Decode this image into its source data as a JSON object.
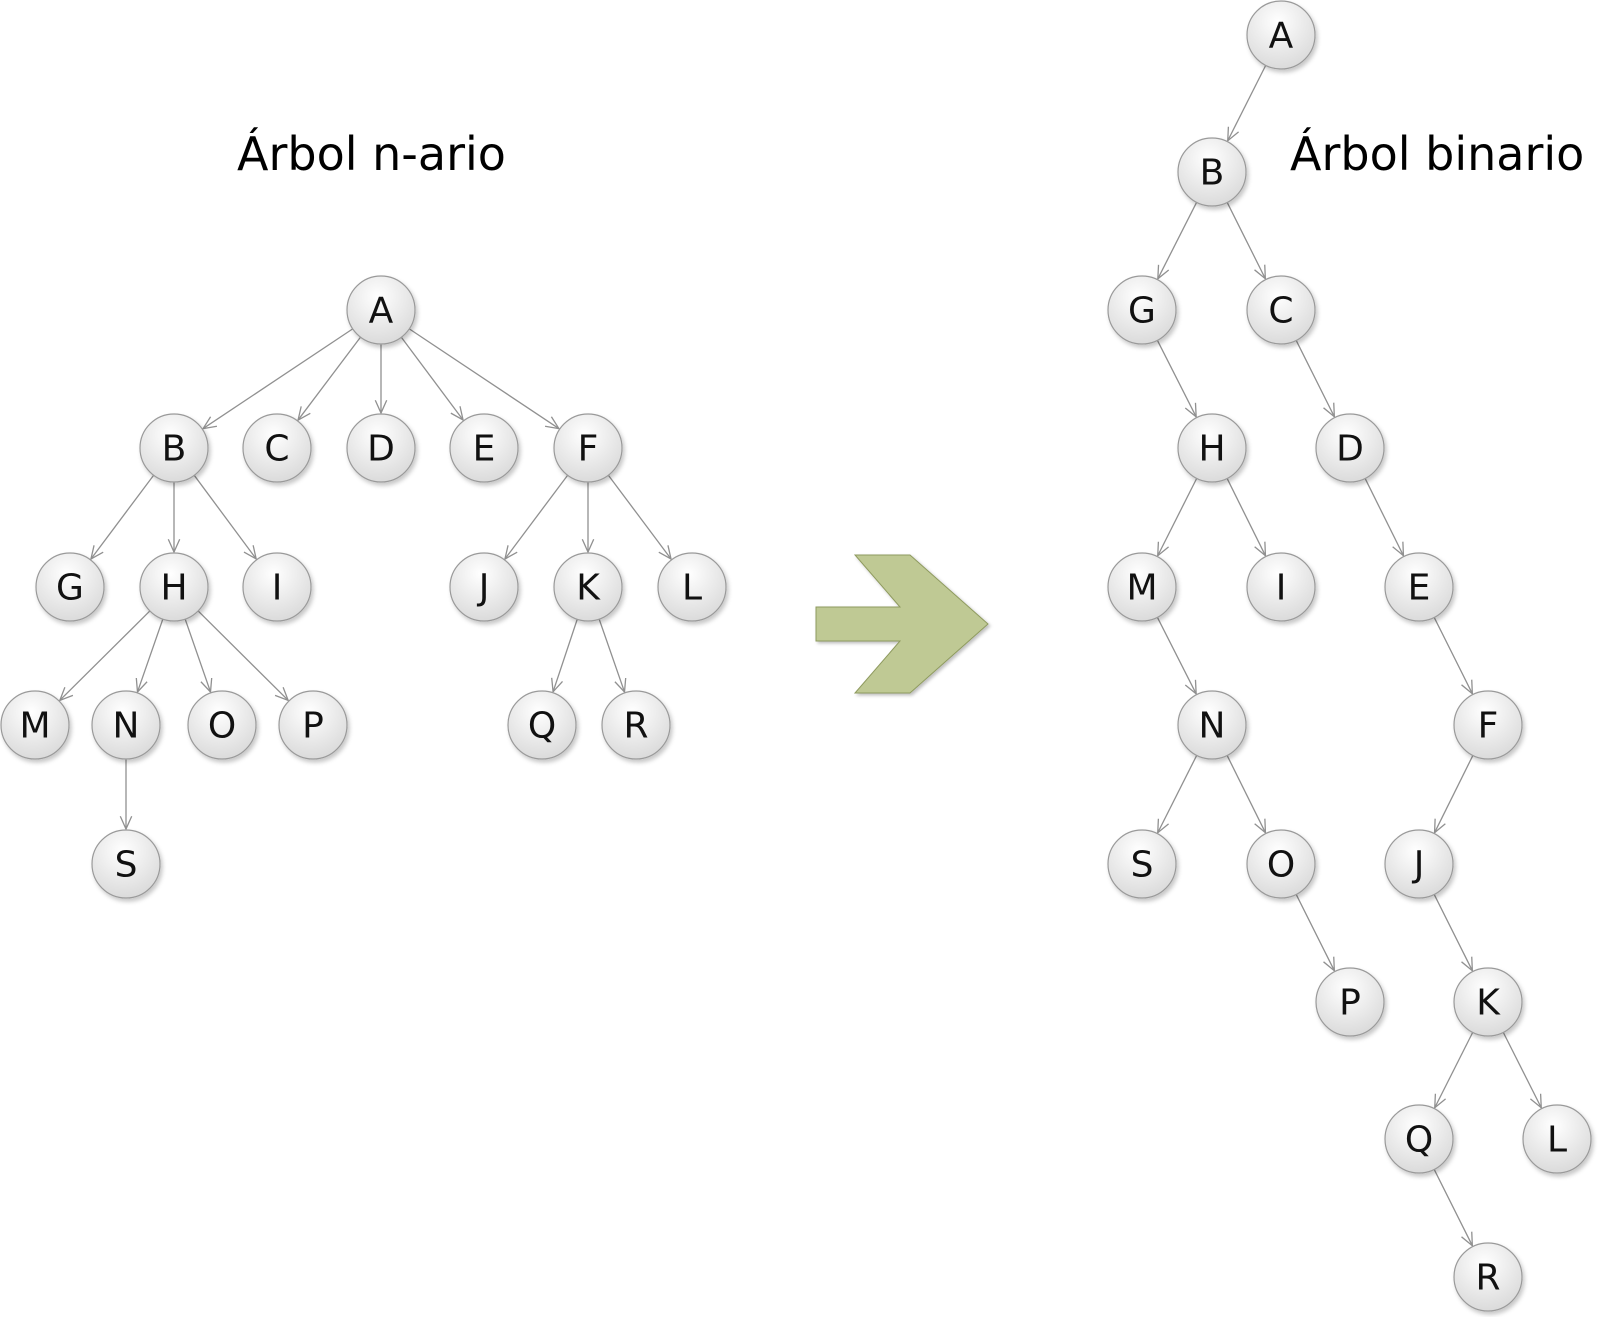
{
  "titles": {
    "nary": "Árbol n-ario",
    "binary": "Árbol binario"
  },
  "colors": {
    "arrow_fill": "#bfc994",
    "arrow_stroke": "#8e9a5e",
    "edge": "#909090",
    "node_top": "#ffffff",
    "node_bottom": "#dcdcdc"
  },
  "nary_tree": {
    "nodes": [
      "A",
      "B",
      "C",
      "D",
      "E",
      "F",
      "G",
      "H",
      "I",
      "J",
      "K",
      "L",
      "M",
      "N",
      "O",
      "P",
      "Q",
      "R",
      "S"
    ],
    "edges": [
      [
        "A",
        "B"
      ],
      [
        "A",
        "C"
      ],
      [
        "A",
        "D"
      ],
      [
        "A",
        "E"
      ],
      [
        "A",
        "F"
      ],
      [
        "B",
        "G"
      ],
      [
        "B",
        "H"
      ],
      [
        "B",
        "I"
      ],
      [
        "F",
        "J"
      ],
      [
        "F",
        "K"
      ],
      [
        "F",
        "L"
      ],
      [
        "H",
        "M"
      ],
      [
        "H",
        "N"
      ],
      [
        "H",
        "O"
      ],
      [
        "H",
        "P"
      ],
      [
        "K",
        "Q"
      ],
      [
        "K",
        "R"
      ],
      [
        "N",
        "S"
      ]
    ]
  },
  "binary_tree": {
    "nodes": [
      "A",
      "B",
      "C",
      "D",
      "E",
      "F",
      "G",
      "H",
      "I",
      "J",
      "K",
      "L",
      "M",
      "N",
      "O",
      "P",
      "Q",
      "R",
      "S"
    ],
    "edges": [
      [
        "A",
        "B"
      ],
      [
        "B",
        "G"
      ],
      [
        "B",
        "C"
      ],
      [
        "G",
        "H"
      ],
      [
        "C",
        "D"
      ],
      [
        "H",
        "M"
      ],
      [
        "H",
        "I"
      ],
      [
        "D",
        "E"
      ],
      [
        "M",
        "N"
      ],
      [
        "E",
        "F"
      ],
      [
        "N",
        "S"
      ],
      [
        "N",
        "O"
      ],
      [
        "F",
        "J"
      ],
      [
        "O",
        "P"
      ],
      [
        "J",
        "K"
      ],
      [
        "K",
        "Q"
      ],
      [
        "K",
        "L"
      ],
      [
        "Q",
        "R"
      ]
    ]
  }
}
